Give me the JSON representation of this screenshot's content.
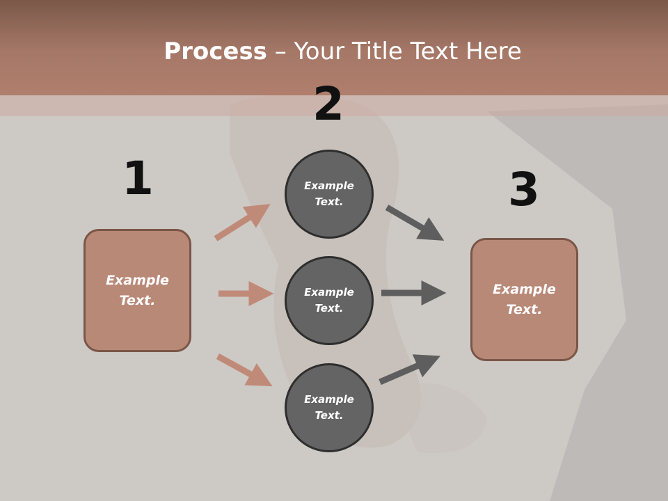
{
  "title": {
    "bold": "Process",
    "rest": " – Your Title Text Here"
  },
  "steps": {
    "one": "1",
    "two": "2",
    "three": "3"
  },
  "left_box": {
    "text": "Example Text."
  },
  "circles": [
    {
      "text": "Example Text."
    },
    {
      "text": "Example Text."
    },
    {
      "text": "Example Text."
    }
  ],
  "right_box": {
    "text": "Example Text."
  },
  "colors": {
    "title_bar": "#a67868",
    "box_fill": "#b98978",
    "box_border": "#7a5648",
    "circle_fill": "#646464",
    "circle_border": "#2e2e2e",
    "arrow_in": "#c08a78",
    "arrow_out": "#5e5e5e"
  }
}
